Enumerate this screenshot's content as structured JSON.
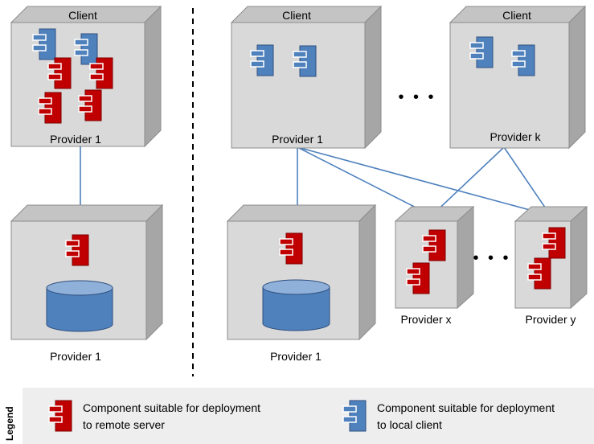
{
  "nodes": {
    "client_left": {
      "top_label": "Client",
      "bottom_label": "Provider 1"
    },
    "server_left": {
      "bottom_label": "Provider 1"
    },
    "client_mid": {
      "top_label": "Client",
      "bottom_label": "Provider 1"
    },
    "client_right": {
      "top_label": "Client",
      "bottom_label": "Provider k"
    },
    "server_mid": {
      "bottom_label": "Provider 1"
    },
    "provider_x": {
      "bottom_label": "Provider x"
    },
    "provider_y": {
      "bottom_label": "Provider y"
    }
  },
  "ellipses": {
    "clients": "• • •",
    "providers": "• • •"
  },
  "legend": {
    "title": "Legend",
    "remote": {
      "line1": "Component suitable for deployment",
      "line2": "to remote server",
      "icon": "remote-component-icon"
    },
    "local": {
      "line1": "Component suitable for deployment",
      "line2": "to local client",
      "icon": "local-component-icon"
    }
  },
  "colors": {
    "box_front": "#d9d9d9",
    "box_top": "#c4c4c4",
    "box_side": "#a6a6a6",
    "remote_component": "#c00000",
    "local_component": "#4f81bd",
    "connection_line": "#4f81bd",
    "database": "#4f81bd"
  }
}
